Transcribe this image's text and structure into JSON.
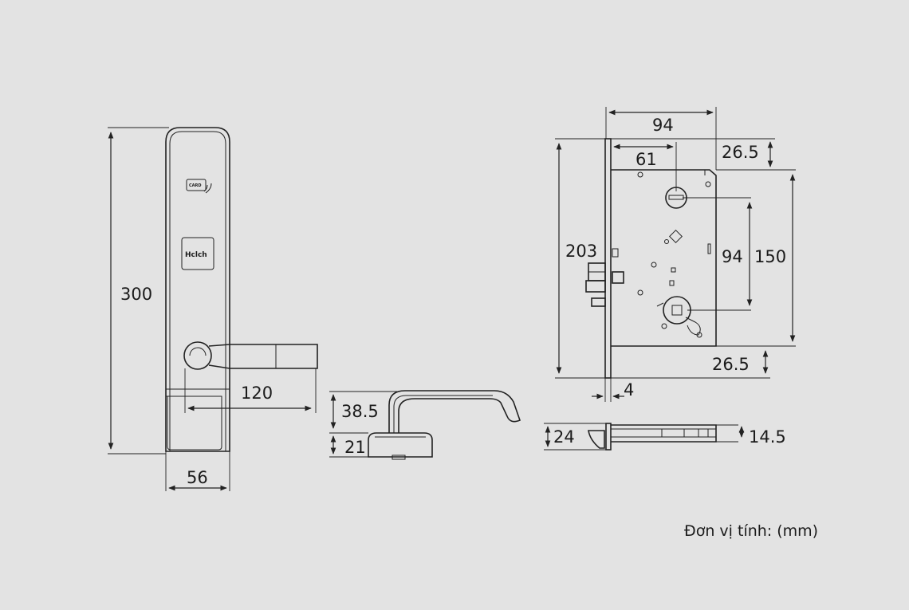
{
  "units_note": "Đơn vị tính: (mm)",
  "handle_front": {
    "height": "300",
    "width": "56",
    "lever_length": "120",
    "card_label": "CARD",
    "brand_label": "Hclch"
  },
  "handle_side": {
    "handle_height": "38.5",
    "rose_height": "21"
  },
  "mortise": {
    "body_width": "94",
    "backset": "61",
    "top_offset": "26.5",
    "faceplate_height": "203",
    "spindle_distance": "94",
    "body_height": "150",
    "bottom_offset": "26.5",
    "faceplate_thickness": "4",
    "latch_depth": "24",
    "body_thickness": "14.5"
  },
  "colors": {
    "background": "#e3e3e3",
    "line": "#222222"
  }
}
